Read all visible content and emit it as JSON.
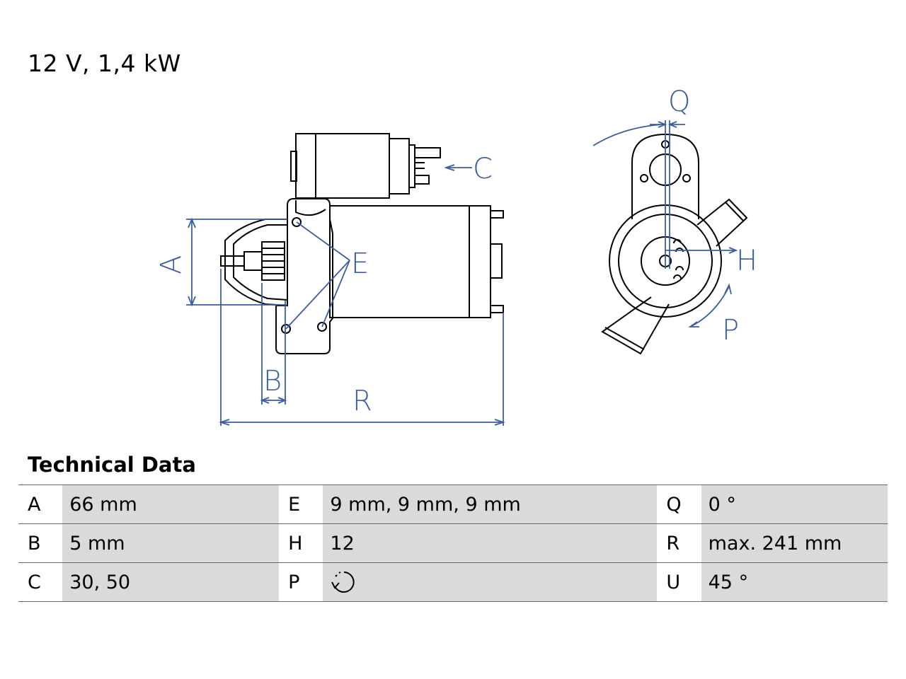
{
  "header": {
    "spec": "12 V, 1,4 kW"
  },
  "diagram": {
    "labels": {
      "A": "A",
      "B": "B",
      "C": "C",
      "E": "E",
      "R": "R",
      "Q": "Q",
      "H": "H",
      "P": "P"
    },
    "line_color": "#3a5fa0"
  },
  "technical_data": {
    "title": "Technical Data",
    "rows": [
      [
        {
          "key": "A",
          "value": "66 mm"
        },
        {
          "key": "E",
          "value": "9 mm, 9 mm, 9 mm"
        },
        {
          "key": "Q",
          "value": "0 °"
        }
      ],
      [
        {
          "key": "B",
          "value": "5 mm"
        },
        {
          "key": "H",
          "value": "12"
        },
        {
          "key": "R",
          "value": "max. 241 mm"
        }
      ],
      [
        {
          "key": "C",
          "value": "30, 50"
        },
        {
          "key": "P",
          "value": "",
          "icon": "rotation-direction-icon"
        },
        {
          "key": "U",
          "value": "45 °"
        }
      ]
    ]
  }
}
